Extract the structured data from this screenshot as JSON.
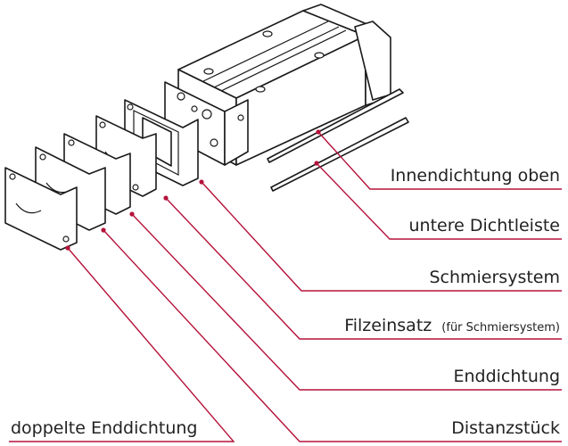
{
  "colors": {
    "accent": "#b5123a",
    "line": "#1a1a1a"
  },
  "labels": {
    "innendichtung": "Innendichtung oben",
    "dichtleiste": "untere Dichtleiste",
    "schmiersystem": "Schmiersystem",
    "filzeinsatz": "Filzeinsatz",
    "filzeinsatz_note": "(für Schmiersystem)",
    "enddichtung": "Enddichtung",
    "distanzstueck": "Distanzstück",
    "doppelte": "doppelte Enddichtung"
  }
}
